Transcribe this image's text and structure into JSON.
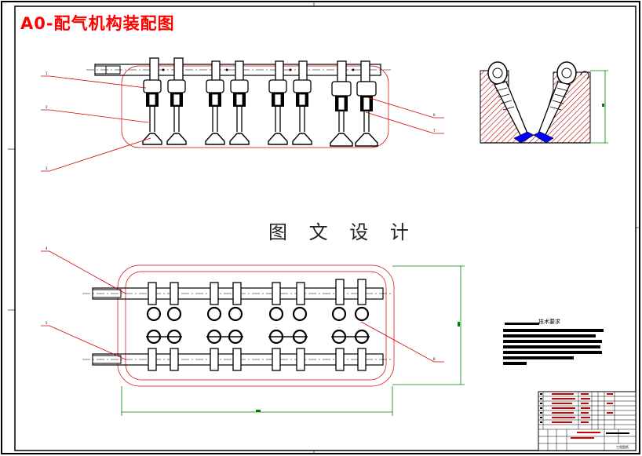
{
  "drawing": {
    "title": "A0-配气机构装配图",
    "watermark": "图 文 设 计",
    "tech_requirements_title": "技术要求",
    "title_block_name": "工程图纸"
  },
  "colors": {
    "title": "#ff0000",
    "leader": "#d40000",
    "dimension": "#008000",
    "section_hatch": "#c00000",
    "valve_seat": "#0000ff"
  }
}
